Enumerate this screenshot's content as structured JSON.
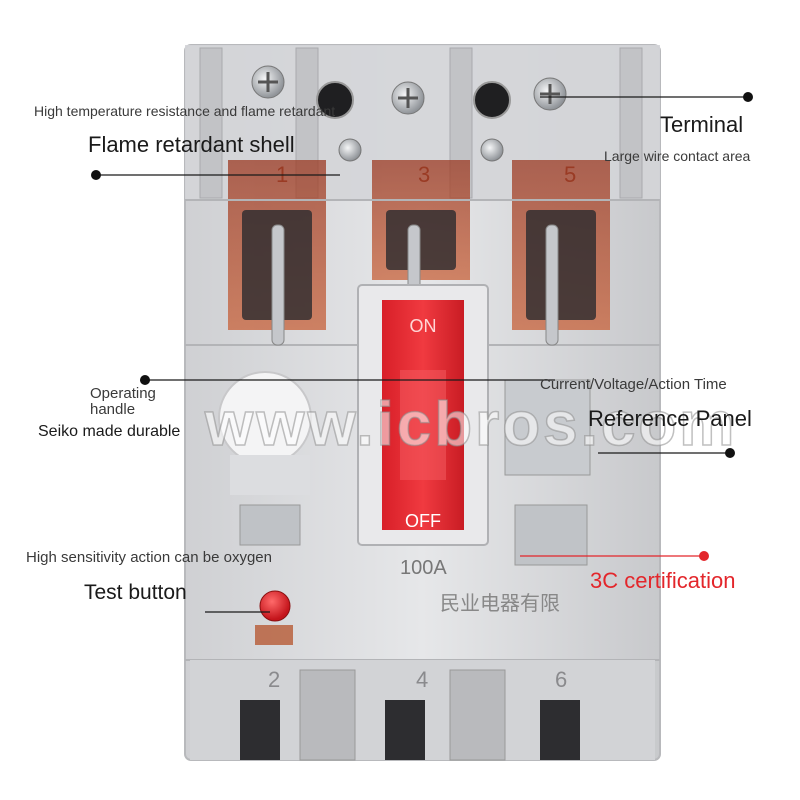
{
  "image": {
    "subject": "3-pole transparent residual current circuit breaker",
    "colors": {
      "shell": "#d9d9db",
      "copper": "#b5562f",
      "handle": "#e8262e",
      "metal": "#c9ccd0",
      "accent": "#e3262b"
    }
  },
  "breaker": {
    "top_terminals": [
      "1",
      "3",
      "5"
    ],
    "bottom_terminals": [
      "2",
      "4",
      "6"
    ],
    "handle_on": "ON",
    "handle_off": "OFF",
    "rating": "100A",
    "maker_text": "民业电器有限",
    "watermark": "www.icbros.com"
  },
  "callouts": {
    "flame_sub": "High temperature resistance and flame retardant",
    "flame_title": "Flame retardant shell",
    "terminal_title": "Terminal",
    "terminal_sub": "Large wire contact area",
    "handle_title_1": "Operating",
    "handle_title_2": "handle",
    "handle_sub": "Seiko made durable",
    "panel_sub": "Current/Voltage/Action Time",
    "panel_title": "Reference Panel",
    "test_sub": "High sensitivity action can be oxygen",
    "test_title": "Test button",
    "cert_title": "3C certification"
  }
}
